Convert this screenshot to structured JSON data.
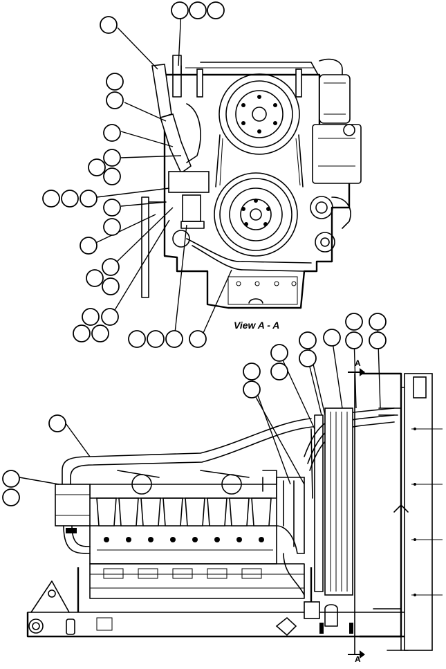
{
  "view_label": "View A - A",
  "section_marker_top": "A",
  "section_marker_bottom": "A"
}
